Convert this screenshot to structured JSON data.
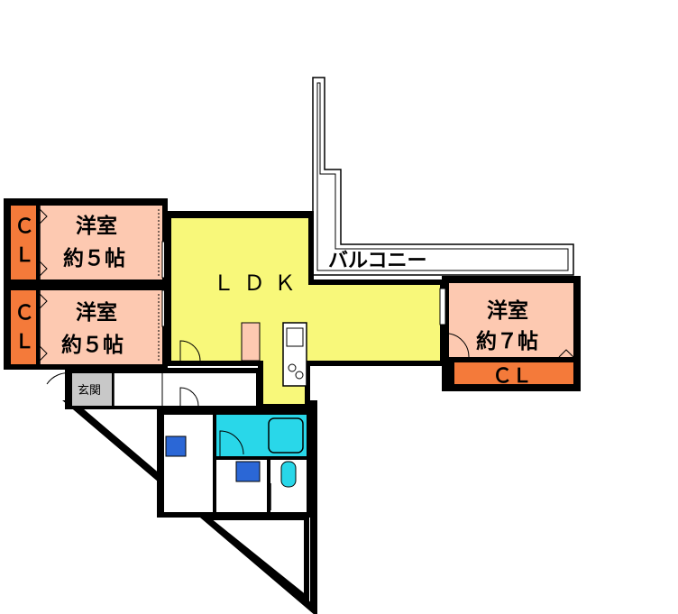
{
  "rooms": {
    "western_top": {
      "name": "洋室",
      "size": "約５帖"
    },
    "western_middle": {
      "name": "洋室",
      "size": "約５帖"
    },
    "western_right": {
      "name": "洋室",
      "size": "約７帖"
    },
    "ldk": "ＬＤＫ",
    "entrance": "玄関",
    "balcony": "バルコニー",
    "closet": "ＣＬ",
    "closet_vertical": [
      "Ｃ",
      "Ｌ"
    ]
  },
  "colors": {
    "wall": "#000000",
    "western_room": "#fdc9b1",
    "closet": "#f47a3a",
    "ldk": "#f8f87a",
    "bath": "#29d7e9",
    "entrance": "#c8c8c8",
    "fixture_blue": "#2b67d6"
  }
}
